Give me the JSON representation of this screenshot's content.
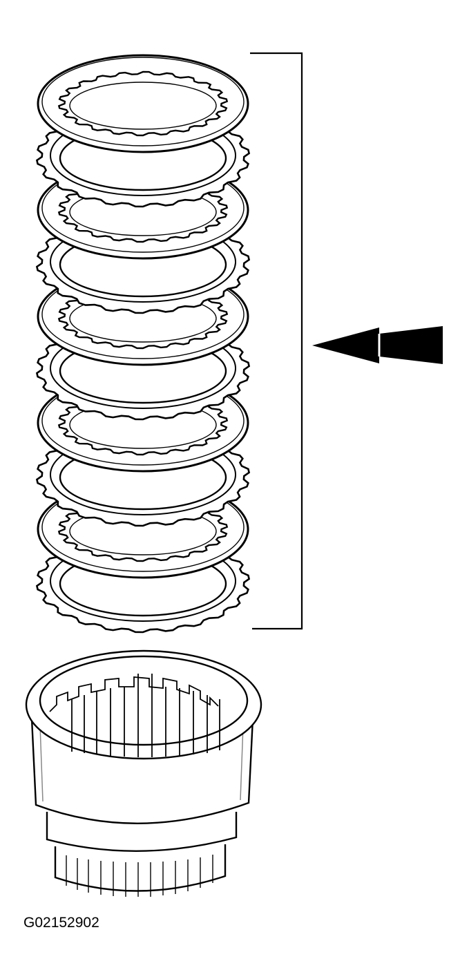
{
  "figure": {
    "id_label": "G02152902",
    "plate_count": 10,
    "plate_types": [
      "steel-plate",
      "friction-plate"
    ],
    "colors": {
      "ink": "#000000",
      "paper": "#ffffff",
      "gray": "#888888"
    }
  }
}
